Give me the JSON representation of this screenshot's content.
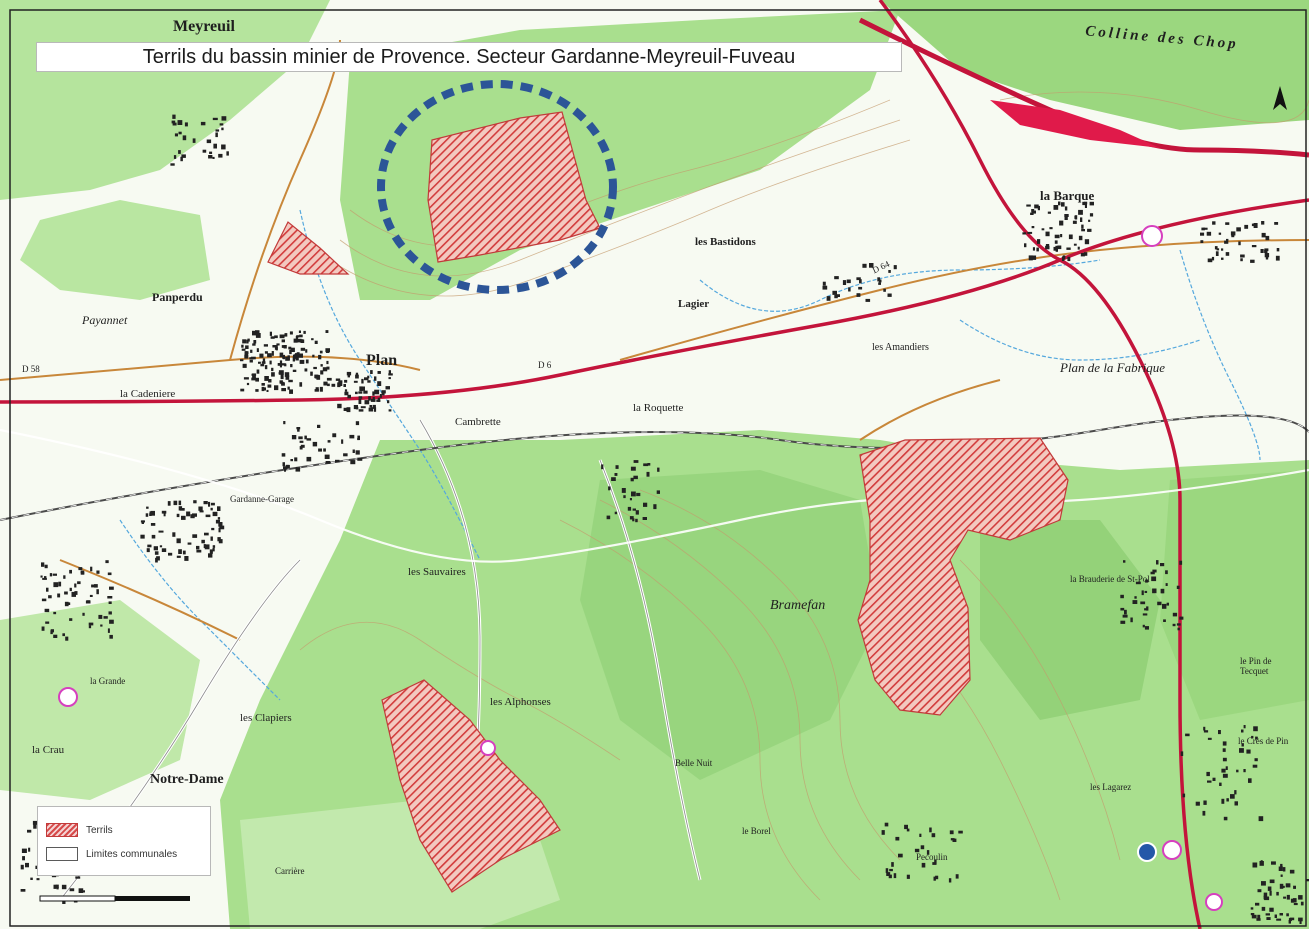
{
  "title": "Terrils du bassin minier de Provence. Secteur Gardanne-Meyreuil-Fuveau",
  "legend": {
    "items": [
      {
        "label": "Terrils",
        "swatch": "hatched-red"
      },
      {
        "label": "Limites communales",
        "swatch": "outline"
      }
    ]
  },
  "place_labels": [
    {
      "text": "Meyreuil",
      "style": "big"
    },
    {
      "text": "la Barque",
      "style": "normal"
    },
    {
      "text": "Panperdu",
      "style": "normal"
    },
    {
      "text": "Payannet",
      "style": "italic"
    },
    {
      "text": "Plan",
      "style": "big"
    },
    {
      "text": "la Cadeniere",
      "style": "normal"
    },
    {
      "text": "Cambrette",
      "style": "normal"
    },
    {
      "text": "la Roquette",
      "style": "normal"
    },
    {
      "text": "les Bastidons",
      "style": "normal"
    },
    {
      "text": "Lagier",
      "style": "normal"
    },
    {
      "text": "les Amandiers",
      "style": "normal"
    },
    {
      "text": "Plan de la Fabrique",
      "style": "italic"
    },
    {
      "text": "Bramefan",
      "style": "italic"
    },
    {
      "text": "les Sauvaires",
      "style": "normal"
    },
    {
      "text": "les Alphonses",
      "style": "normal"
    },
    {
      "text": "les Clapiers",
      "style": "normal"
    },
    {
      "text": "Notre-Dame",
      "style": "big"
    },
    {
      "text": "la Crau",
      "style": "normal"
    },
    {
      "text": "la Grande",
      "style": "normal"
    },
    {
      "text": "Carrière",
      "style": "normal"
    },
    {
      "text": "Colline des Chop",
      "style": "italic"
    },
    {
      "text": "le Pin de Tecquet",
      "style": "normal"
    },
    {
      "text": "le Crès de Pin",
      "style": "normal"
    },
    {
      "text": "les Lagarez",
      "style": "normal"
    },
    {
      "text": "la Brauderie de St-Pol",
      "style": "normal"
    },
    {
      "text": "le Borel",
      "style": "normal"
    },
    {
      "text": "Pecoulin",
      "style": "normal"
    },
    {
      "text": "Belle Nuit",
      "style": "normal"
    },
    {
      "text": "Gardanne-Garage",
      "style": "normal"
    },
    {
      "text": "D 6",
      "style": "normal"
    },
    {
      "text": "D 58",
      "style": "normal"
    },
    {
      "text": "D 64",
      "style": "normal"
    }
  ],
  "colors": {
    "forest": "#a9df8e",
    "forest_dark": "#7fc96a",
    "land": "#f7faf2",
    "terril_stroke": "#c23a3a",
    "terril_fill": "#d64a4a",
    "road_main": "#c3143b",
    "road_secondary": "#c8873a",
    "rail": "#4a4a4a",
    "stream": "#55a8dd",
    "highlight_circle": "#2c5597",
    "contour": "#c49a6c",
    "building": "#222222"
  },
  "icons": [
    "north-arrow-icon",
    "scale-bar-icon",
    "highlight-circle-icon"
  ]
}
